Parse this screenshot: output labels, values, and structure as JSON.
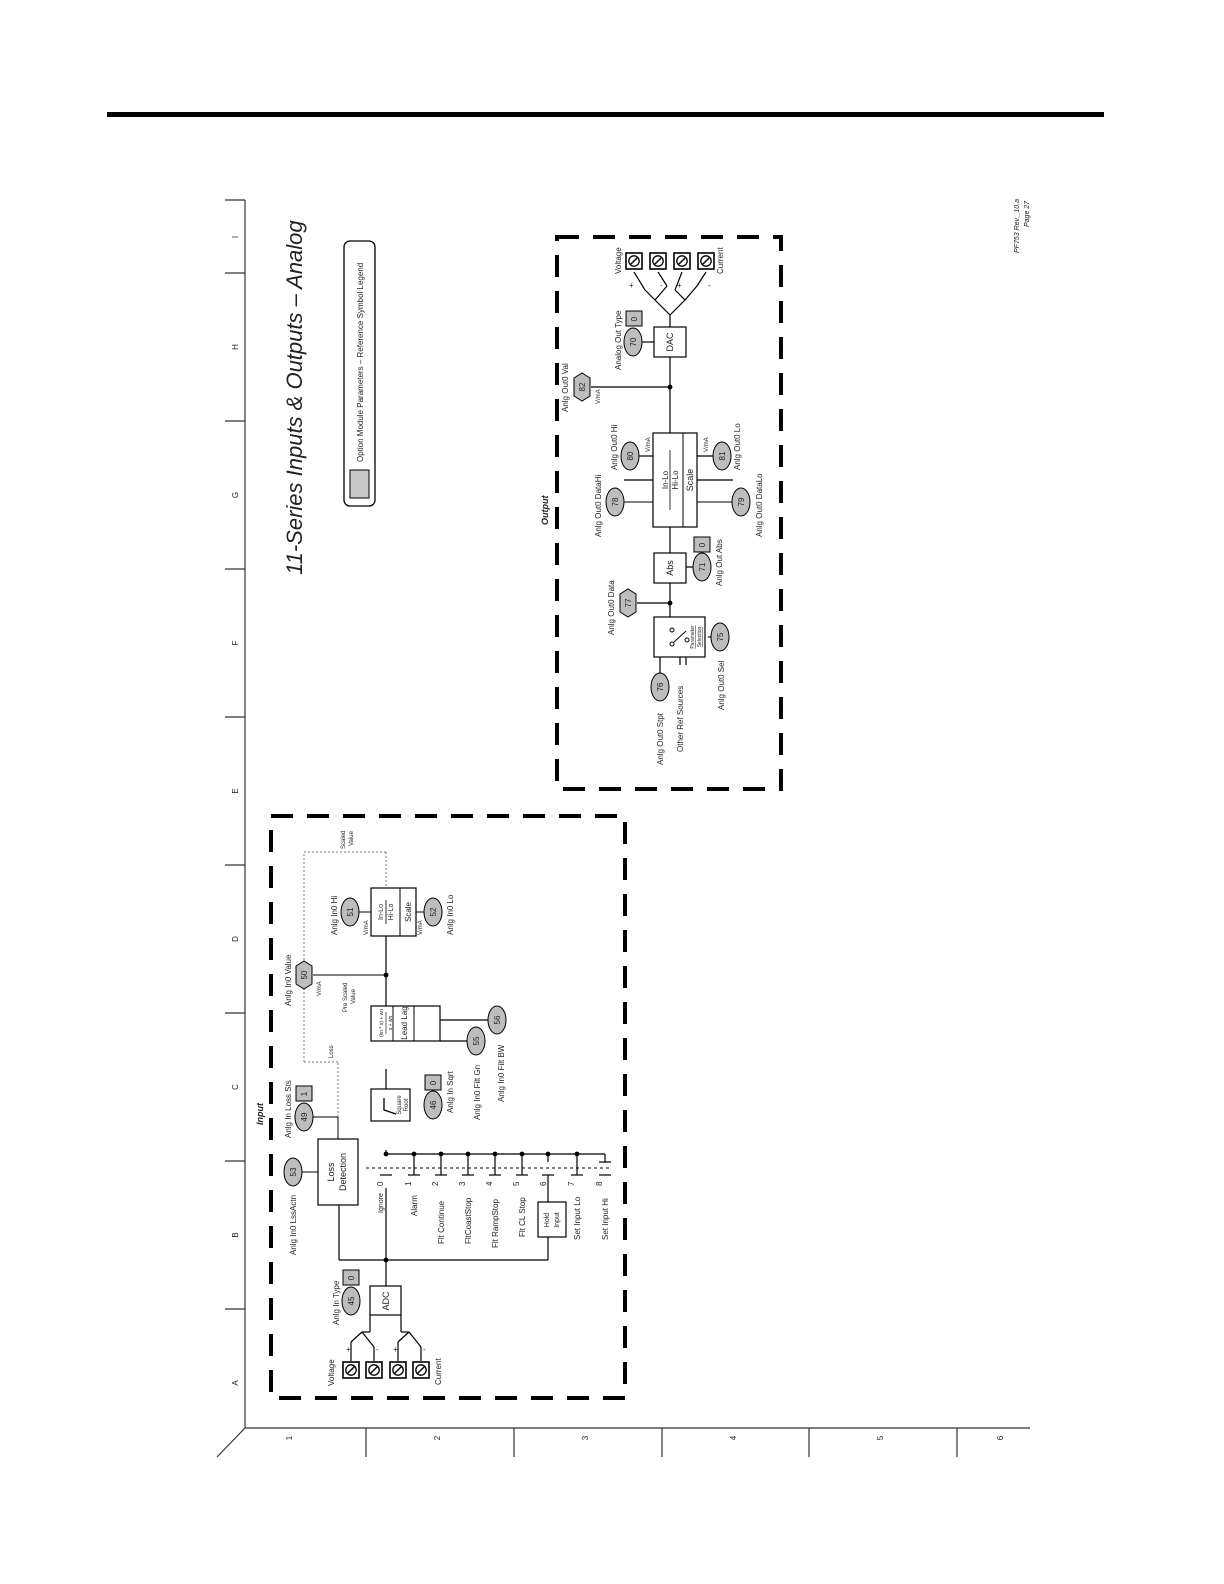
{
  "title": "11-Series Inputs & Outputs – Analog",
  "legend": {
    "text": "Option Module Parameters – Reference Symbol Legend"
  },
  "footer": {
    "rev": "PF753 Rev._10.a",
    "page": "Page 27"
  },
  "grid": {
    "columns": [
      "A",
      "B",
      "C",
      "D",
      "E",
      "F",
      "G",
      "H",
      "I"
    ],
    "rows": [
      "1",
      "2",
      "3",
      "4",
      "5",
      "6"
    ]
  },
  "input": {
    "section_label": "Input",
    "voltage": "Voltage",
    "current": "Current",
    "plus": "+",
    "minus": "-",
    "type_num": "45",
    "type_val": "0",
    "type_label": "Anlg In Type",
    "adc": "ADC",
    "lossactn_num": "53",
    "lossactn_label": "Anlg In0 LssActn",
    "loss_det_1": "Loss",
    "loss_det_2": "Detection",
    "loss_sts_num": "49",
    "loss_sts_val": "1",
    "loss_sts_label": "Anlg In Loss Sts",
    "options": [
      {
        "n": "0",
        "label": "Ignore"
      },
      {
        "n": "1",
        "label": "Alarm"
      },
      {
        "n": "2",
        "label": "Flt Continue"
      },
      {
        "n": "3",
        "label": "FltCoastStop"
      },
      {
        "n": "4",
        "label": "Flt RampStop"
      },
      {
        "n": "5",
        "label": "Flt CL Stop"
      },
      {
        "n": "6",
        "label": ""
      },
      {
        "n": "7",
        "label": "Set Input Lo"
      },
      {
        "n": "8",
        "label": "Set Input Hi"
      }
    ],
    "hold_1": "Hold",
    "hold_2": "Input",
    "sqrt_1": "Square",
    "sqrt_2": "Root",
    "sqrt_num": "46",
    "sqrt_val": "0",
    "sqrt_label": "Anlg In Sqrt",
    "leadlag_formula_1": "(kn * s) + wn",
    "leadlag_formula_2": "s + wn",
    "leadlag": "Lead Lag",
    "filtgn_num": "55",
    "filtgn_label": "Anlg In0 Filt Gn",
    "filtbw_num": "56",
    "filtbw_label": "Anlg In0 Filt BW",
    "loss_tag": "Loss",
    "prescaled_1": "Pre Scaled",
    "prescaled_2": "Value",
    "value_num": "50",
    "value_unit": "V/mA",
    "value_label": "Anlg In0 Value",
    "scale_inlo": "In-Lo",
    "scale_hilo": "Hi-Lo",
    "scale": "Scale",
    "hi_num": "51",
    "hi_unit": "V/mA",
    "hi_label": "Anlg In0 Hi",
    "lo_num": "52",
    "lo_unit": "V/mA",
    "lo_label": "Anlg In0 Lo",
    "scaled_1": "Scaled",
    "scaled_2": "Value"
  },
  "output": {
    "section_label": "Output",
    "stpt_num": "76",
    "stpt_label": "Anlg Out0 Stpt",
    "other_ref": "Other Ref Sources",
    "param_sel_1": "Parameter",
    "param_sel_2": "Selection",
    "sel_num": "75",
    "sel_label": "Anlg Out0 Sel",
    "data_num": "77",
    "data_label": "Anlg Out0 Data",
    "abs": "Abs",
    "abs_num": "71",
    "abs_val": "0",
    "abs_label": "Anlg Out Abs",
    "datahi_num": "78",
    "datahi_label": "Anlg Out0 DataHi",
    "datalo_num": "79",
    "datalo_label": "Anlg Out0 DataLo",
    "scale_inlo": "In-Lo",
    "scale_hilo": "Hi-Lo",
    "scale": "Scale",
    "hi_num": "80",
    "hi_unit": "V/mA",
    "hi_label": "Anlg Out0 Hi",
    "lo_num": "81",
    "lo_unit": "V/mA",
    "lo_label": "Anlg Out0 Lo",
    "val_num": "82",
    "val_unit": "V/mA",
    "val_label": "Anlg Out0 Val",
    "type_num": "70",
    "type_val": "0",
    "type_label": "Analog Out Type",
    "dac": "DAC",
    "voltage": "Voltage",
    "current": "Current",
    "plus": "+",
    "minus": "-"
  }
}
